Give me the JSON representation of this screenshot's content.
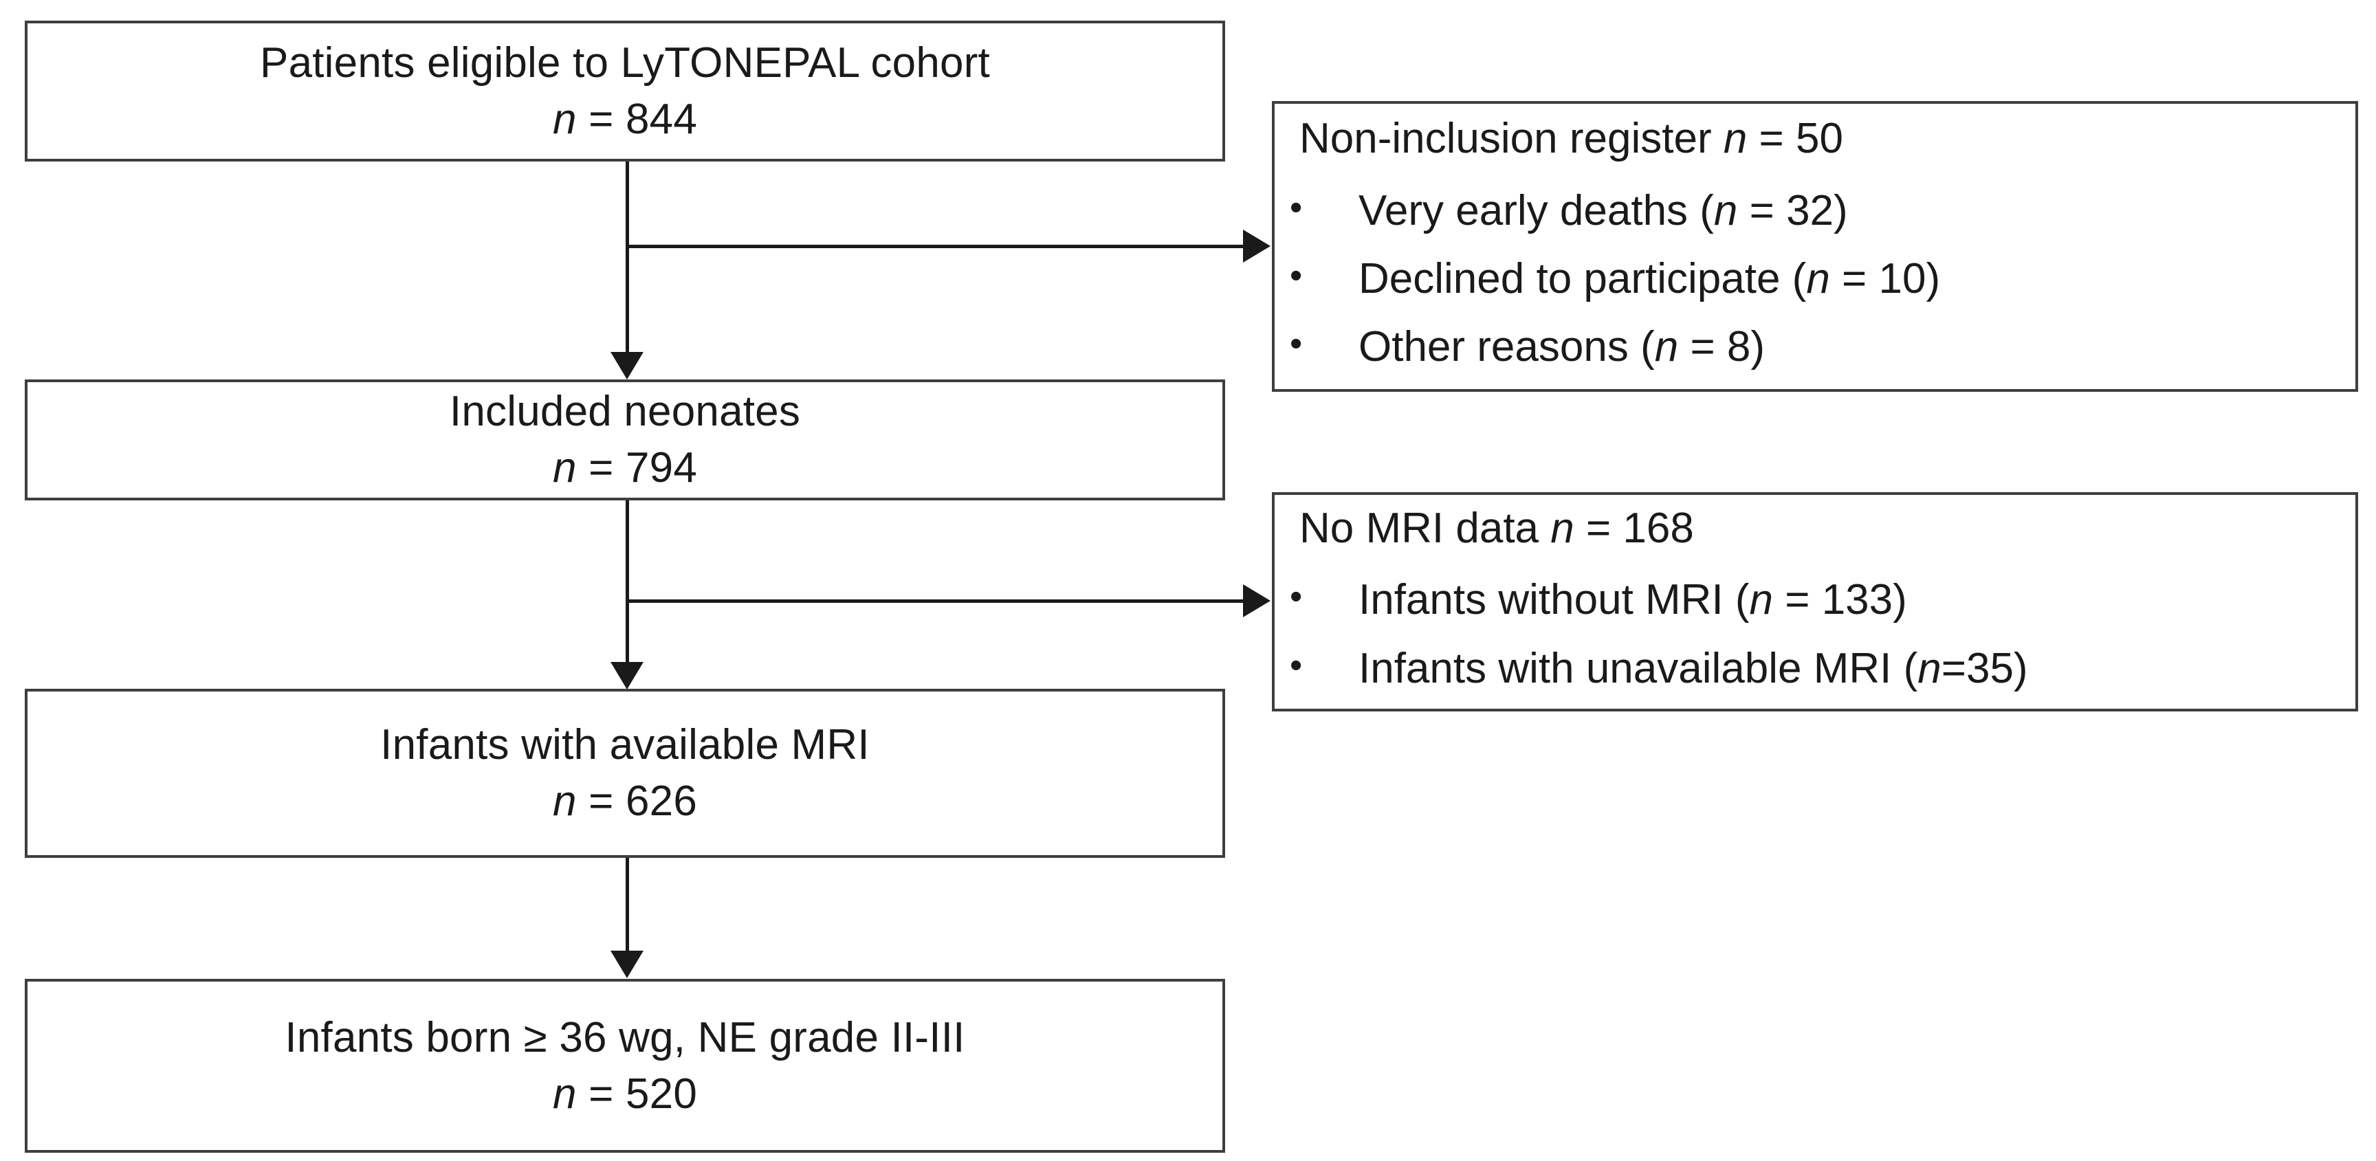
{
  "diagram": {
    "type": "study-flow-chart",
    "title": "LyTONEPAL cohort participant flow",
    "colors": {
      "box_border": "#3f3f3f",
      "connector": "#1a1a1a",
      "text": "#1a1a1a",
      "background": "#ffffff"
    }
  },
  "main_nodes": [
    {
      "id": "eligible",
      "label": "Patients eligible to LyTONEPAL cohort",
      "n_symbol": "n",
      "n_equals": " = ",
      "n_value": "844",
      "count": 844
    },
    {
      "id": "included",
      "label": "Included neonates",
      "n_symbol": "n",
      "n_equals": " = ",
      "n_value": "794",
      "count": 794
    },
    {
      "id": "available-mri",
      "label": "Infants with available MRI",
      "n_symbol": "n",
      "n_equals": " = ",
      "n_value": "626",
      "count": 626
    },
    {
      "id": "final-sample",
      "label": "Infants born ≥ 36 wg, NE grade II-III",
      "n_symbol": "n",
      "n_equals": " = ",
      "n_value": "520",
      "count": 520
    }
  ],
  "exclusion_nodes": [
    {
      "id": "non-inclusion-register",
      "heading_pre": "Non-inclusion register ",
      "heading_n": "n",
      "heading_post": " = 50",
      "count": 50,
      "bullets": [
        {
          "marker": "•",
          "pre": "Very early deaths (",
          "n": "n",
          "post": " = 32)",
          "count": 32
        },
        {
          "marker": "•",
          "pre": "Declined to participate (",
          "n": "n",
          "post": " = 10)",
          "count": 10
        },
        {
          "marker": "•",
          "pre": "Other reasons (",
          "n": "n",
          "post": " = 8)",
          "count": 8
        }
      ]
    },
    {
      "id": "no-mri-data",
      "heading_pre": "No MRI data ",
      "heading_n": "n",
      "heading_post": " = 168",
      "count": 168,
      "bullets": [
        {
          "marker": "•",
          "pre": "Infants without MRI (",
          "n": "n",
          "post": " = 133)",
          "count": 133
        },
        {
          "marker": "•",
          "pre": "Infants with unavailable MRI (",
          "n": "n",
          "post": "=35)",
          "count": 35
        }
      ]
    }
  ],
  "connectors": [
    {
      "id": "eligible-to-included",
      "kind": "vertical-arrow"
    },
    {
      "id": "eligible-to-non-inclusion",
      "kind": "horizontal-arrow"
    },
    {
      "id": "included-to-available-mri",
      "kind": "vertical-arrow"
    },
    {
      "id": "included-to-no-mri",
      "kind": "horizontal-arrow"
    },
    {
      "id": "available-mri-to-final",
      "kind": "vertical-arrow"
    }
  ]
}
